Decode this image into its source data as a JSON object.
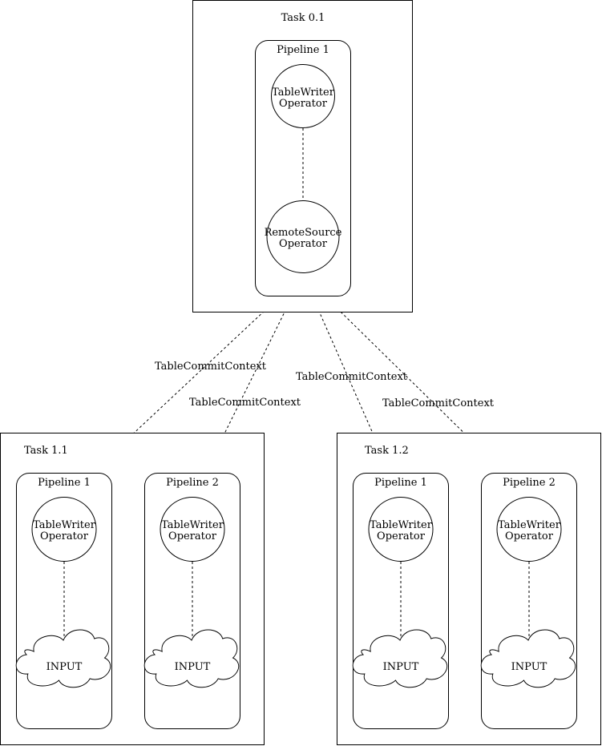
{
  "tasks": {
    "top": {
      "label": "Task 0.1",
      "pipeline": {
        "label": "Pipeline 1",
        "writer": [
          "TableWriter",
          "Operator"
        ],
        "source": [
          "RemoteSource",
          "Operator"
        ]
      }
    },
    "left": {
      "label": "Task 1.1",
      "pipelines": [
        {
          "label": "Pipeline 1",
          "writer": [
            "TableWriter",
            "Operator"
          ],
          "input": "INPUT"
        },
        {
          "label": "Pipeline 2",
          "writer": [
            "TableWriter",
            "Operator"
          ],
          "input": "INPUT"
        }
      ]
    },
    "right": {
      "label": "Task 1.2",
      "pipelines": [
        {
          "label": "Pipeline 1",
          "writer": [
            "TableWriter",
            "Operator"
          ],
          "input": "INPUT"
        },
        {
          "label": "Pipeline 2",
          "writer": [
            "TableWriter",
            "Operator"
          ],
          "input": "INPUT"
        }
      ]
    }
  },
  "edges": {
    "labels": [
      "TableCommitContext",
      "TableCommitContext",
      "TableCommitContext",
      "TableCommitContext"
    ]
  }
}
